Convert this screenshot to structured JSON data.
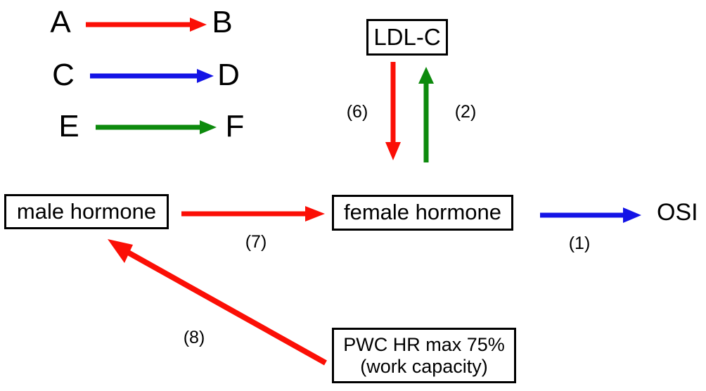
{
  "diagram": {
    "title": "",
    "colors": {
      "red": "#fb0f06",
      "blue": "#1414e6",
      "green": "#0d8a0d",
      "black": "#000000",
      "background": "#ffffff"
    },
    "legend": {
      "rows": [
        {
          "source": "A",
          "target": "B",
          "color": "red"
        },
        {
          "source": "C",
          "target": "D",
          "color": "blue"
        },
        {
          "source": "E",
          "target": "F",
          "color": "green"
        }
      ]
    },
    "nodes": {
      "ldl_c": "LDL-C",
      "male_hormone": "male hormone",
      "female_hormone": "female hormone",
      "osi": "OSI",
      "pwc_line1": "PWC HR max 75%",
      "pwc_line2": "(work capacity)"
    },
    "edge_labels": {
      "ldl_down": "(6)",
      "ldl_up": "(2)",
      "male_to_female": "(7)",
      "female_to_osi": "(1)",
      "pwc_to_male": "(8)"
    }
  }
}
